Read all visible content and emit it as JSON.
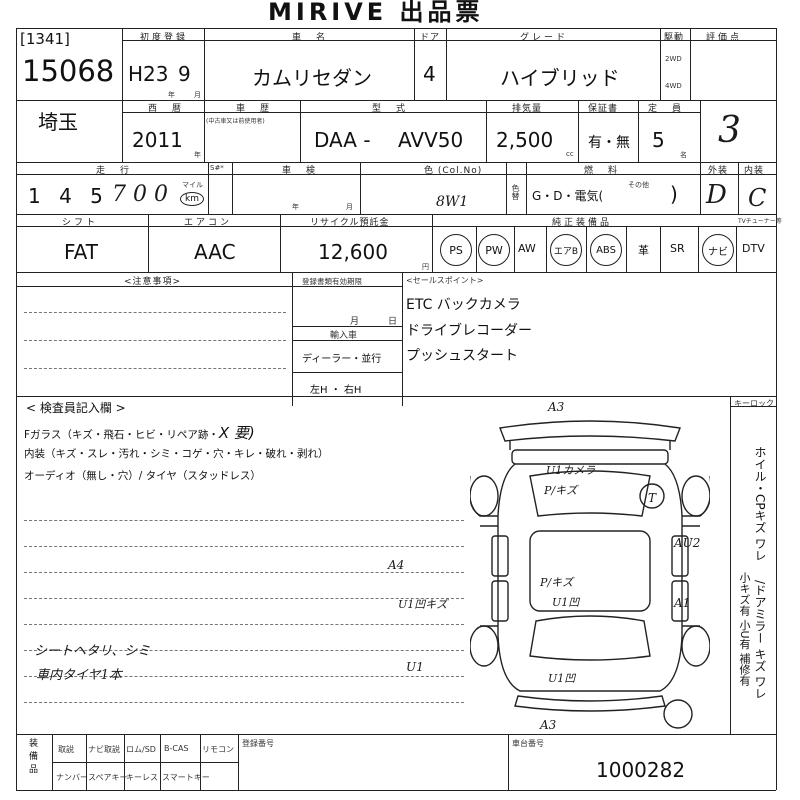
{
  "header": {
    "title": "MIRIVE 出品票"
  },
  "lot": {
    "bracket": "[1341]",
    "number": "15068"
  },
  "first_registration": {
    "label": "初度登録",
    "era": "H23",
    "month": "9",
    "year_unit": "年",
    "month_unit": "月"
  },
  "car_name": {
    "label": "車　名",
    "value": "カムリセダン"
  },
  "doors": {
    "label": "ドア",
    "value": "4"
  },
  "grade": {
    "label": "グレード",
    "value": "ハイブリッド"
  },
  "drive": {
    "label": "駆動",
    "opt1": "2WD",
    "opt2": "4WD"
  },
  "score": {
    "label": "評価点",
    "value": "3"
  },
  "region": {
    "value": "埼玉"
  },
  "year": {
    "label": "西　暦",
    "value": "2011",
    "unit": "年"
  },
  "history": {
    "label": "車　歴",
    "sub": "(中古車又は前使用者)"
  },
  "model": {
    "label": "型　式",
    "prefix": "DAA -",
    "code": "AVV50"
  },
  "displacement": {
    "label": "排気量",
    "value": "2,500",
    "unit": "cc"
  },
  "warranty": {
    "label": "保証書",
    "value": "有・無"
  },
  "capacity": {
    "label": "定　員",
    "value": "5",
    "unit": "名"
  },
  "mileage": {
    "label": "走　行",
    "digits": "1 4 5",
    "hand": "7 0 0",
    "unit1": "マイル",
    "unit2": "km"
  },
  "shaken": {
    "label": "車　検",
    "year_unit": "年",
    "month_unit": "月",
    "flag": "S#*"
  },
  "color": {
    "label": "色 (Col.No)",
    "hand": "8W1",
    "side_label": "色替"
  },
  "fuel": {
    "label": "燃　料",
    "options": "G・D・電気(",
    "other": "その他",
    "close": ")"
  },
  "exterior": {
    "label": "外装",
    "hand": "D"
  },
  "interior": {
    "label": "内装",
    "hand": "C"
  },
  "shift": {
    "label": "シフト",
    "value": "FAT"
  },
  "aircon": {
    "label": "エアコン",
    "value": "AAC"
  },
  "recycle": {
    "label": "リサイクル預託金",
    "value": "12,600",
    "unit": "円"
  },
  "equipment": {
    "label": "純正装備品",
    "tuner_label": "TVチューナー等",
    "items": [
      "PS",
      "PW",
      "AW",
      "エアB",
      "ABS",
      "革",
      "SR",
      "ナビ",
      "DTV"
    ]
  },
  "caution": {
    "label": "<注意事項>"
  },
  "reg_doc": {
    "label": "登録書類有効期限",
    "month_unit": "月",
    "day_unit": "日"
  },
  "import": {
    "label": "輸入車",
    "dealer": "ディーラー・並行",
    "handle": "左H ・ 右H"
  },
  "sales_points": {
    "label": "<セールスポイント>",
    "items": [
      "ETC バックカメラ",
      "ドライブレコーダー",
      "プッシュスタート"
    ]
  },
  "inspector": {
    "label": "< 検査員記入欄 >",
    "glass": "Fガラス（キズ・飛石・ヒビ・リペア跡・",
    "glass_mark": "X 要)",
    "interior_line": "内装（キズ・スレ・汚れ・シミ・コゲ・穴・キレ・破れ・剥れ）",
    "audio_line": "オーディオ（無し・穴）/ タイヤ（スタッドレス）",
    "hand1": "シートヘタリ、シミ",
    "hand2": "車内タイヤ1本"
  },
  "keylock": {
    "label": "キーロック"
  },
  "right_side": {
    "col1": "ホイル・CPキズ ワレ",
    "col2": "/ドアミラー キズ ワレ",
    "col3": "小キズ有 小U有 補修有"
  },
  "diagram": {
    "marks": [
      "A3",
      "U1カメラ",
      "P/キズ",
      "T",
      "AU2",
      "A4",
      "P/キズ",
      "U1凹",
      "U1凹キズ",
      "A1",
      "U1",
      "U1凹",
      "A3"
    ]
  },
  "footer": {
    "col_label": "装備品",
    "items_top": [
      "取説",
      "ナビ取説",
      "ロム/SD",
      "B-CAS",
      "リモコン"
    ],
    "items_bottom": [
      "ナンバー",
      "スペアキー",
      "キーレス",
      "スマートキー"
    ],
    "reg_label": "登録番号",
    "chassis_label": "車台番号",
    "chassis_value": "1000282"
  }
}
